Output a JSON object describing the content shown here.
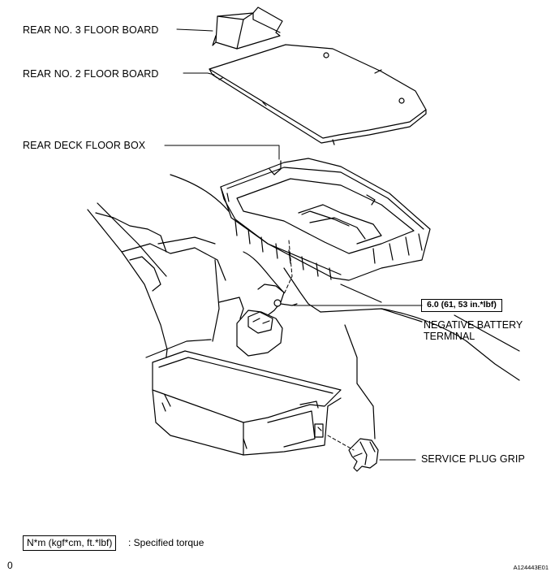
{
  "labels": {
    "rear_no3_floor_board": "REAR NO. 3 FLOOR BOARD",
    "rear_no2_floor_board": "REAR NO. 2 FLOOR BOARD",
    "rear_deck_floor_box": "REAR DECK FLOOR BOX",
    "negative_battery_terminal_line1": "NEGATIVE BATTERY",
    "negative_battery_terminal_line2": "TERMINAL",
    "service_plug_grip": "SERVICE PLUG GRIP"
  },
  "torque": {
    "value": "6.0 (61, 53 in.*lbf)"
  },
  "legend": {
    "unit_box": "N*m (kgf*cm, ft.*lbf)",
    "description": ": Specified torque"
  },
  "footer": {
    "page_marker": "0",
    "figure_id": "A124443E01"
  }
}
